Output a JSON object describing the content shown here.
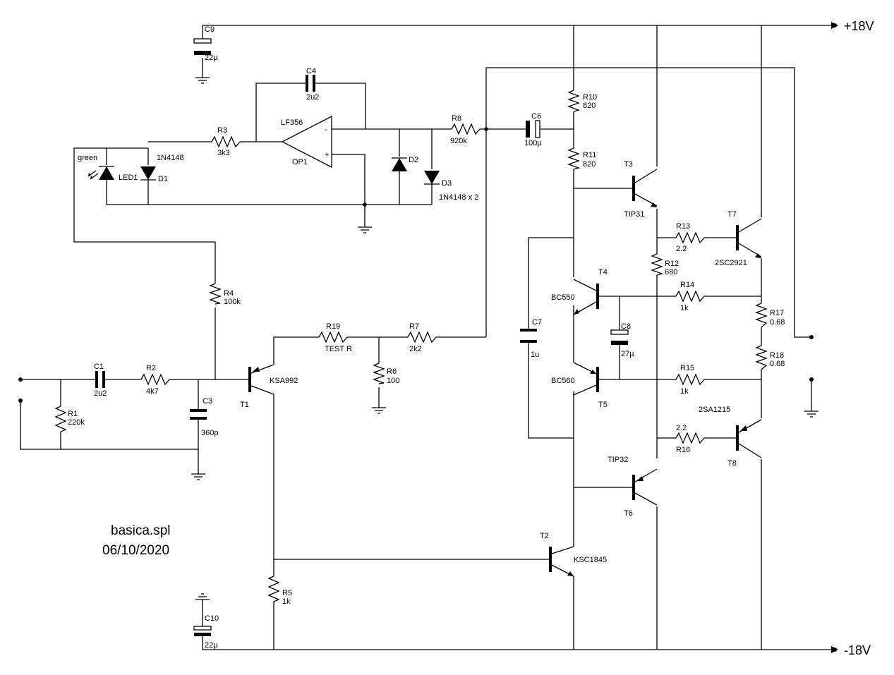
{
  "title": "basica.spl",
  "date": "06/10/2020",
  "rails": {
    "positive": "+18V",
    "negative": "-18V"
  },
  "opamp": {
    "ref": "OP1",
    "part": "LF356",
    "minus": "-",
    "plus": "+"
  },
  "resistors": {
    "R1": {
      "ref": "R1",
      "value": "220k"
    },
    "R2": {
      "ref": "R2",
      "value": "4k7"
    },
    "R3": {
      "ref": "R3",
      "value": "3k3"
    },
    "R4": {
      "ref": "R4",
      "value": "100k"
    },
    "R5": {
      "ref": "R5",
      "value": "1k"
    },
    "R6": {
      "ref": "R6",
      "value": "100"
    },
    "R7": {
      "ref": "R7",
      "value": "2k2"
    },
    "R8": {
      "ref": "R8",
      "value": "920k"
    },
    "R10": {
      "ref": "R10",
      "value": "820"
    },
    "R11": {
      "ref": "R11",
      "value": "820"
    },
    "R12": {
      "ref": "R12",
      "value": "680"
    },
    "R13": {
      "ref": "R13",
      "value": "2.2"
    },
    "R14": {
      "ref": "R14",
      "value": "1k"
    },
    "R15": {
      "ref": "R15",
      "value": "1k"
    },
    "R16": {
      "ref": "R16",
      "value": "2.2"
    },
    "R17": {
      "ref": "R17",
      "value": "0.68"
    },
    "R18": {
      "ref": "R18",
      "value": "0.68"
    },
    "R19": {
      "ref": "R19",
      "value": "TEST R"
    }
  },
  "capacitors": {
    "C1": {
      "ref": "C1",
      "value": "2u2"
    },
    "C3": {
      "ref": "C3",
      "value": "360p"
    },
    "C4": {
      "ref": "C4",
      "value": "2u2"
    },
    "C6": {
      "ref": "C6",
      "value": "100µ"
    },
    "C7": {
      "ref": "C7",
      "value": "1u"
    },
    "C8": {
      "ref": "C8",
      "value": "27µ"
    },
    "C9": {
      "ref": "C9",
      "value": "22µ"
    },
    "C10": {
      "ref": "C10",
      "value": "22µ"
    }
  },
  "diodes": {
    "LED1": {
      "ref": "LED1",
      "value": "green"
    },
    "D1": {
      "ref": "D1",
      "value": "1N4148"
    },
    "D2": {
      "ref": "D2"
    },
    "D3": {
      "ref": "D3",
      "value": "1N4148 x 2"
    }
  },
  "transistors": {
    "T1": {
      "ref": "T1",
      "part": "KSA992"
    },
    "T2": {
      "ref": "T2",
      "part": "KSC1845"
    },
    "T3": {
      "ref": "T3",
      "part": "TIP31"
    },
    "T4": {
      "ref": "T4",
      "part": "BC550"
    },
    "T5": {
      "ref": "T5",
      "part": "BC560"
    },
    "T6": {
      "ref": "T6",
      "part": "TIP32"
    },
    "T7": {
      "ref": "T7",
      "part": "2SC2921"
    },
    "T8": {
      "ref": "T8",
      "part": "2SA1215"
    }
  }
}
